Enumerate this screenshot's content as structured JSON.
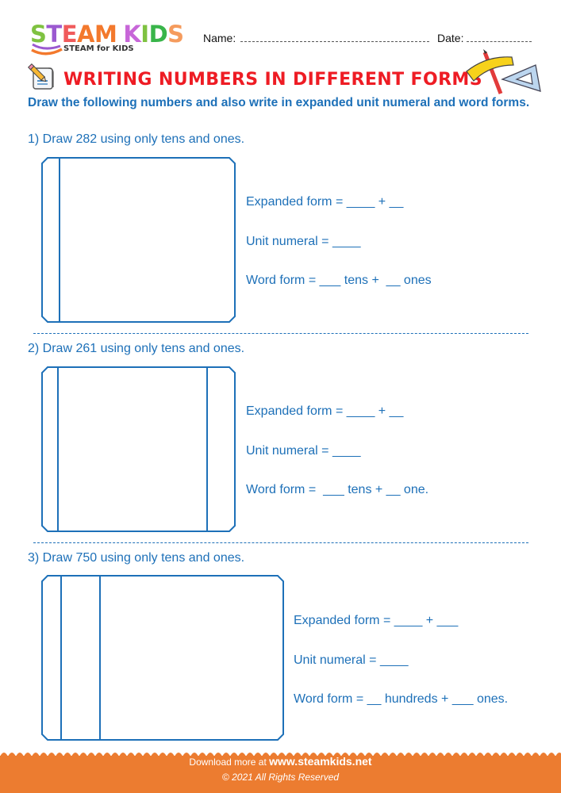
{
  "header": {
    "logo": {
      "letters": [
        {
          "ch": "S",
          "color": "#7fc241"
        },
        {
          "ch": "T",
          "color": "#9b59d0"
        },
        {
          "ch": "E",
          "color": "#f05a5b"
        },
        {
          "ch": "A",
          "color": "#f3792d"
        },
        {
          "ch": "M",
          "color": "#f3792d"
        },
        {
          "ch": " ",
          "color": "#ffffff"
        },
        {
          "ch": "K",
          "color": "#c766d8"
        },
        {
          "ch": "I",
          "color": "#7fc241"
        },
        {
          "ch": "D",
          "color": "#39b54a"
        },
        {
          "ch": "S",
          "color": "#f59b5d"
        }
      ],
      "main_text": "STEAM KIDS",
      "tagline": "STEAM for KIDS"
    },
    "name_label": "Name:",
    "date_label": "Date:"
  },
  "worksheet": {
    "title": "WRITING NUMBERS IN DIFFERENT FORMS",
    "title_color": "#ee1c24",
    "accent_color": "#1d70b8",
    "instructions": "Draw the following numbers and also write in expanded unit numeral and word forms.",
    "icons": {
      "left": "writing-paper-icon",
      "right": "ruler-pencil-triangle-icon"
    }
  },
  "questions": [
    {
      "label": "1) Draw 282 using only tens and ones.",
      "expanded": "Expanded form = ____ + __",
      "unit": "Unit numeral = ____",
      "word": "Word form = ___ tens +  __ ones"
    },
    {
      "label": "2) Draw 261 using only tens and ones.",
      "expanded": "Expanded form = ____ + __",
      "unit": "Unit numeral = ____",
      "word": "Word form =  ___ tens + __ one."
    },
    {
      "label": "3) Draw 750 using only tens and ones.",
      "expanded": "Expanded form = ____ + ___",
      "unit": "Unit numeral = ____",
      "word": "Word form = __ hundreds + ___ ones."
    }
  ],
  "footer": {
    "download_prefix": "Download more at",
    "site": "www.steamkids.net",
    "copyright": "© 2021 All Rights Reserved",
    "background": "#ec7c30"
  }
}
